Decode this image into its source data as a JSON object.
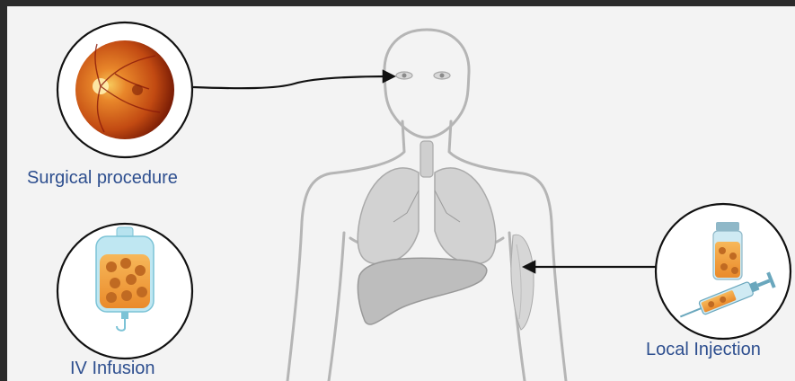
{
  "labels": {
    "surgical": "Surgical procedure",
    "iv": "IV Infusion",
    "local": "Local Injection"
  },
  "colors": {
    "background": "#f3f3f3",
    "frame": "#2a2a2a",
    "label_text": "#2e4f8f",
    "body_outline": "#b5b5b5",
    "organ_fill": "#c8c8c8",
    "arrow": "#111111",
    "circle_border": "#111111"
  },
  "icons": {
    "surgical": "retina-fundus-icon",
    "iv": "iv-bag-icon",
    "local": "vial-and-syringe-icon"
  }
}
